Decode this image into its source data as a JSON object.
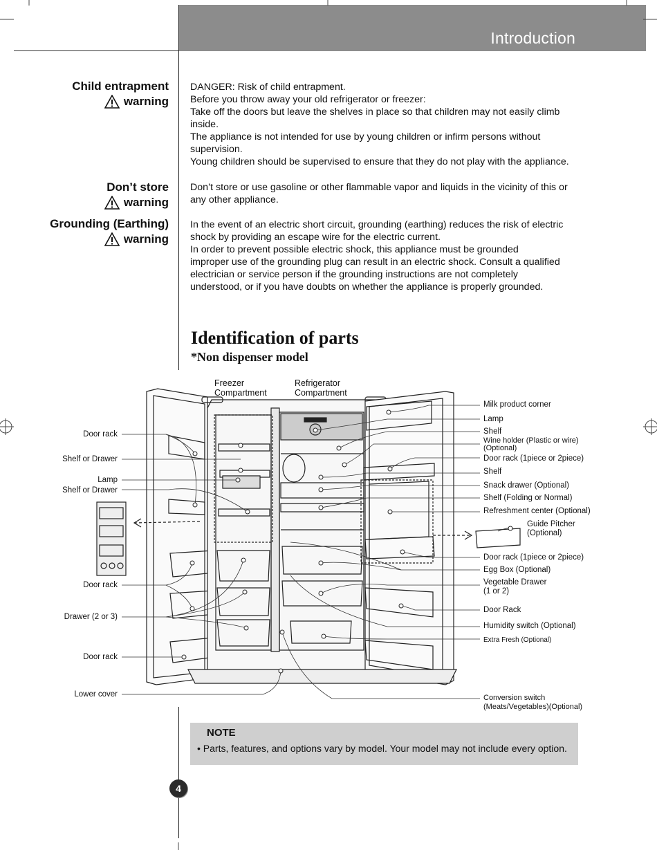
{
  "header": {
    "title": "Introduction"
  },
  "sections": [
    {
      "heading": "Child entrapment",
      "warning_label": "warning",
      "lines": [
        "DANGER: Risk of child entrapment.",
        "Before you throw  away your old refrigerator or freezer:",
        "Take off the doors but leave the shelves in place so that children may not easily climb",
        "inside.",
        "The appliance is not intended for use by young children or infirm persons without",
        "supervision.",
        "Young children should be supervised to ensure that they do not play with the appliance."
      ]
    },
    {
      "heading": "Don’t store",
      "warning_label": "warning",
      "lines": [
        "Don’t store or use gasoline or other flammable vapor and liquids in the vicinity of this or",
        "any other appliance."
      ]
    },
    {
      "heading": "Grounding (Earthing)",
      "warning_label": "warning",
      "lines": [
        "In the event of an electric short circuit, grounding (earthing) reduces the risk of electric",
        "shock by providing an escape wire for the electric current.",
        "In order to prevent possible electric shock, this appliance must be grounded",
        "improper use of the grounding plug can result in an electric shock. Consult a qualified",
        "electrician or service person if the grounding instructions are not completely",
        "understood, or if you have doubts on whether the appliance is properly grounded."
      ]
    }
  ],
  "parts": {
    "title": "Identification of parts",
    "subtitle": "*Non dispenser model",
    "top_labels": [
      [
        "Freezer",
        "Compartment"
      ],
      [
        "Refrigerator",
        "Compartment"
      ]
    ],
    "left_labels": [
      "Door rack",
      "Shelf or Drawer",
      "Lamp",
      "Shelf or Drawer",
      "Door rack",
      "Drawer (2 or 3)",
      "Door rack",
      "Lower cover"
    ],
    "right_labels": [
      [
        "Milk product corner"
      ],
      [
        "Lamp"
      ],
      [
        "Shelf"
      ],
      [
        "Wine holder (Plastic or wire)",
        "(Optional)"
      ],
      [
        "Door rack (1piece or 2piece)"
      ],
      [
        "Shelf"
      ],
      [
        "Snack drawer (Optional)"
      ],
      [
        "Shelf (Folding or Normal)"
      ],
      [
        "Refreshment center (Optional)"
      ],
      [
        "Guide Pitcher",
        "(Optional)"
      ],
      [
        "Door rack (1piece or 2piece)"
      ],
      [
        "Egg Box (Optional)"
      ],
      [
        "Vegetable Drawer",
        "(1 or 2)"
      ],
      [
        "Door Rack"
      ],
      [
        "Humidity switch (Optional)"
      ],
      [
        "Extra Fresh (Optional)"
      ],
      [
        "Conversion switch",
        "(Meats/Vegetables)(Optional)"
      ]
    ]
  },
  "note": {
    "title": "NOTE",
    "text": "• Parts, features, and options vary by model. Your model may not include every option."
  },
  "page_number": "4"
}
